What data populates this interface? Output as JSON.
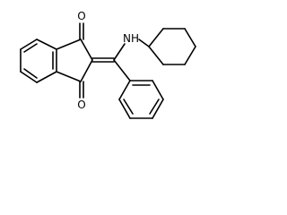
{
  "labels": {
    "oxygen_top": "O",
    "oxygen_bottom": "O",
    "amine": "NH"
  },
  "colors": {
    "bond": "#000000",
    "background": "#ffffff"
  }
}
